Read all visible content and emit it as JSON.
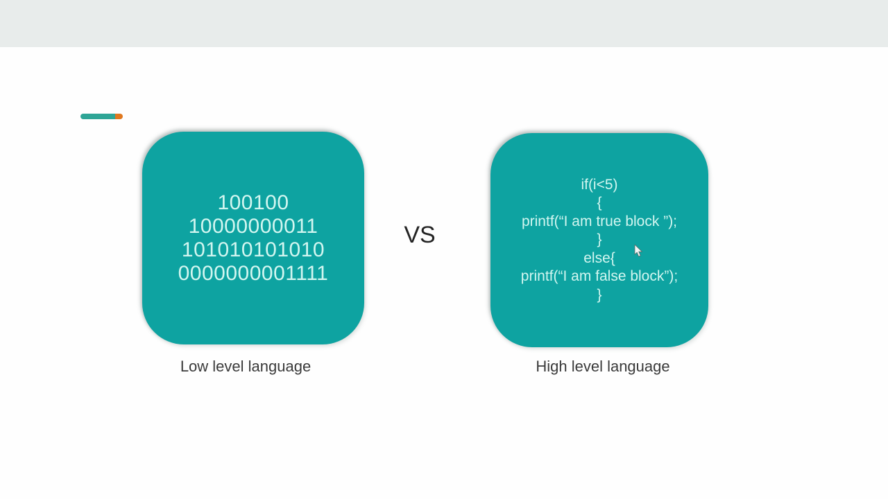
{
  "slide": {
    "vs_label": "VS",
    "left_panel": {
      "lines": [
        "100100",
        "10000000011",
        "101010101010",
        "0000000001111"
      ],
      "caption": "Low level language"
    },
    "right_panel": {
      "lines": [
        "if(i<5)",
        "{",
        "printf(“I am true block ”);",
        "}",
        "else{",
        "printf(“I am false block”);",
        "}"
      ],
      "caption": "High level language"
    }
  },
  "colors": {
    "panel_teal": "#0ea3a1",
    "panel_text": "#d2f6f0",
    "top_bar": "#e8eceb",
    "caption_text": "#3a3a3a",
    "vs_text": "#242424",
    "accent_teal": "#2ea596",
    "accent_orange": "#e0781f"
  }
}
